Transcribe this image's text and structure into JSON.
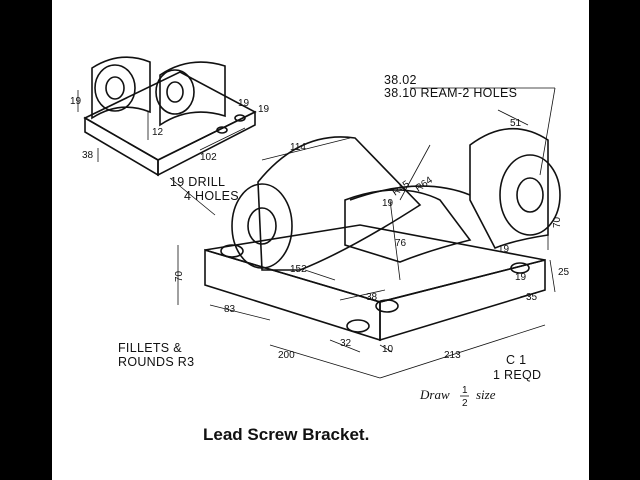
{
  "title": "Lead Screw Bracket.",
  "notes": {
    "ream": [
      "38.02",
      "38.10 REAM-2 HOLES"
    ],
    "drill": [
      "19 DRILL",
      "4 HOLES"
    ],
    "fillets": [
      "FILLETS &",
      "ROUNDS R3"
    ],
    "part": [
      "C 1",
      "1 REQD"
    ],
    "scale_prefix": "Draw",
    "scale_num": "1",
    "scale_den": "2",
    "scale_suffix": "size"
  },
  "dimensions": {
    "d114": "114",
    "d51": "51",
    "r45": "R45",
    "r64": "R64",
    "d70_left": "70",
    "d70_right": "70",
    "d76": "76",
    "d19_fillet": "19",
    "d19_right": "19",
    "d19_lower": "19",
    "d25": "25",
    "d35_right": "35",
    "d83": "83",
    "d152": "152",
    "d38": "38",
    "d32": "32",
    "d10": "10",
    "d200": "200",
    "d213": "213"
  },
  "small_view": {
    "d19_left": "19",
    "d38": "38",
    "d12": "12",
    "d102": "102",
    "d19_a": "19",
    "d19_b": "19"
  },
  "colors": {
    "ink": "#111111",
    "paper": "#ffffff",
    "shade": "#8a8a8a",
    "frame": "#000000"
  }
}
